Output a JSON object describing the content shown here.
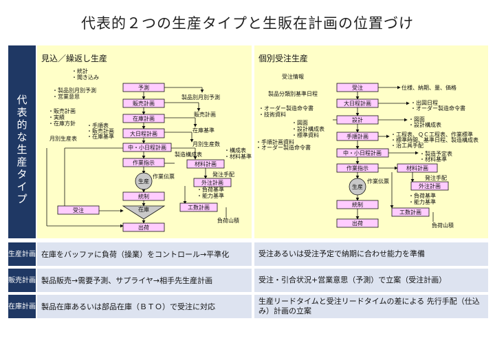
{
  "title": "代表的２つの生産タイプと生販在計画の位置づけ",
  "side_label": "代表的な生産タイプ",
  "left_panel": {
    "heading": "見込／繰返し生産",
    "boxes": [
      "予測",
      "販売計画",
      "在庫計画",
      "大日程計画",
      "中・小日程計画",
      "作業指示",
      "統制",
      "受注",
      "在庫",
      "出荷",
      "材料計画",
      "外注計画",
      "工数計画"
    ],
    "circle": "生産",
    "labels": [
      "・統計",
      "・聞き込み",
      "・製品別月別予測",
      "・営業意思",
      "製品別月別予測",
      "・販売計画",
      "・実績",
      "・在庫方針",
      "販売計画",
      "在庫基準",
      "・手順表",
      "・販売計画",
      "・在庫基準",
      "月別生産表",
      "月別生産数",
      "製造構成表",
      "・構成表",
      "・材料基準",
      "作業伝票",
      "発注手配",
      "・負荷基準",
      "・能力基準",
      "負荷山積"
    ]
  },
  "right_panel": {
    "heading": "個別受注生産",
    "boxes": [
      "受注",
      "大日程計画",
      "設計",
      "手順計画",
      "中・小日程計画",
      "作業指示",
      "統制",
      "出荷",
      "材料計画",
      "外注計画",
      "工数計画"
    ],
    "circle": "生産",
    "labels": [
      "受注情報",
      "製品分類別基準日程",
      "・オーダー製造命令書",
      "・技術資料",
      "・図面",
      "・設計構成表",
      "・標準資料",
      "・手順計画資料",
      "・オーダー製造命令書",
      "仕様、納期、量、価格",
      "・出図日程",
      "・オーダー製造命令書",
      "・図面",
      "・設計構成表",
      "・工程表、ＱＣ工程表、作業標準",
      "・標準時間、基準日程、製造構成表",
      "・治工具手配",
      "・製造予定表",
      "・材料基準",
      "作業伝票",
      "発注手配",
      "・負荷基準",
      "・能力基準",
      "負荷山積"
    ]
  },
  "rows": [
    {
      "head": "生産計画",
      "left": "在庫をバッファに負荷（操業）をコントロール→平準化",
      "right": "受注あるいは受注予定で納期に合わせ能力を準備"
    },
    {
      "head": "販売計画",
      "left": "製品販売→需要予測、サプライヤ→相手先生産計画",
      "right": "受注・引合状況+営業意思（予測）で立案（受注計画）"
    },
    {
      "head": "在庫計画",
      "left": "製品在庫あるいは部品在庫（ＢＴＯ）で受注に対応",
      "right": "生産リードタイムと受注リードタイムの差による 先行手配（仕込み）計画の立案"
    }
  ]
}
